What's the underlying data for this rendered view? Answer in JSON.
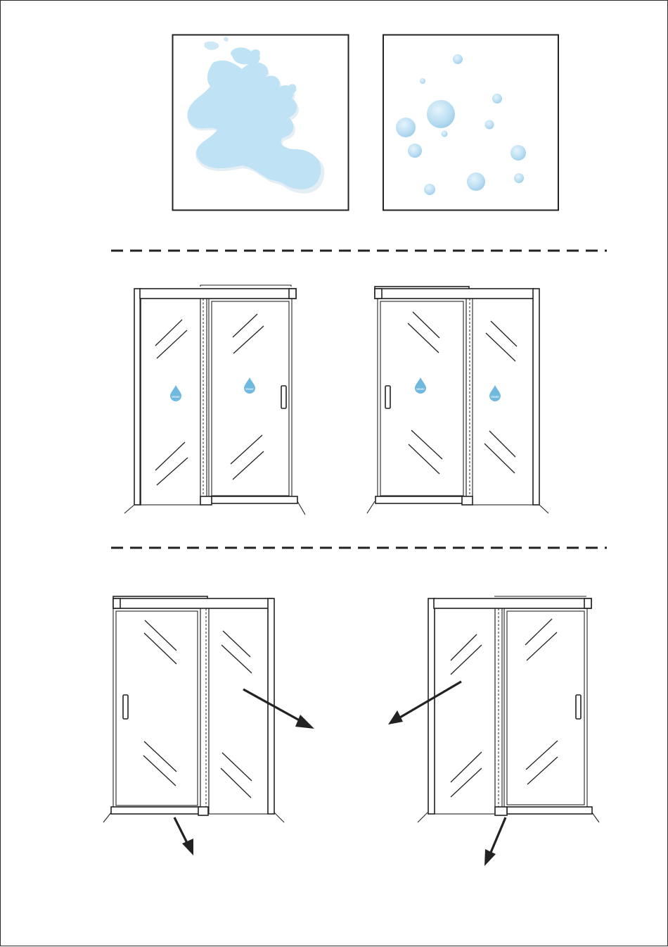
{
  "figure": {
    "panels": [
      {
        "name": "water-sheeting-panel",
        "caption": ""
      },
      {
        "name": "water-beading-panel",
        "caption": ""
      }
    ],
    "water_drop_label": "Water",
    "colors": {
      "water": "#bfe2f5",
      "water_edge": "#e4eef4",
      "drop_icon": "#6fb8de",
      "line": "#222222"
    },
    "icons": [
      "water-drop-icon",
      "arrow-icon",
      "door-handle-icon"
    ]
  }
}
